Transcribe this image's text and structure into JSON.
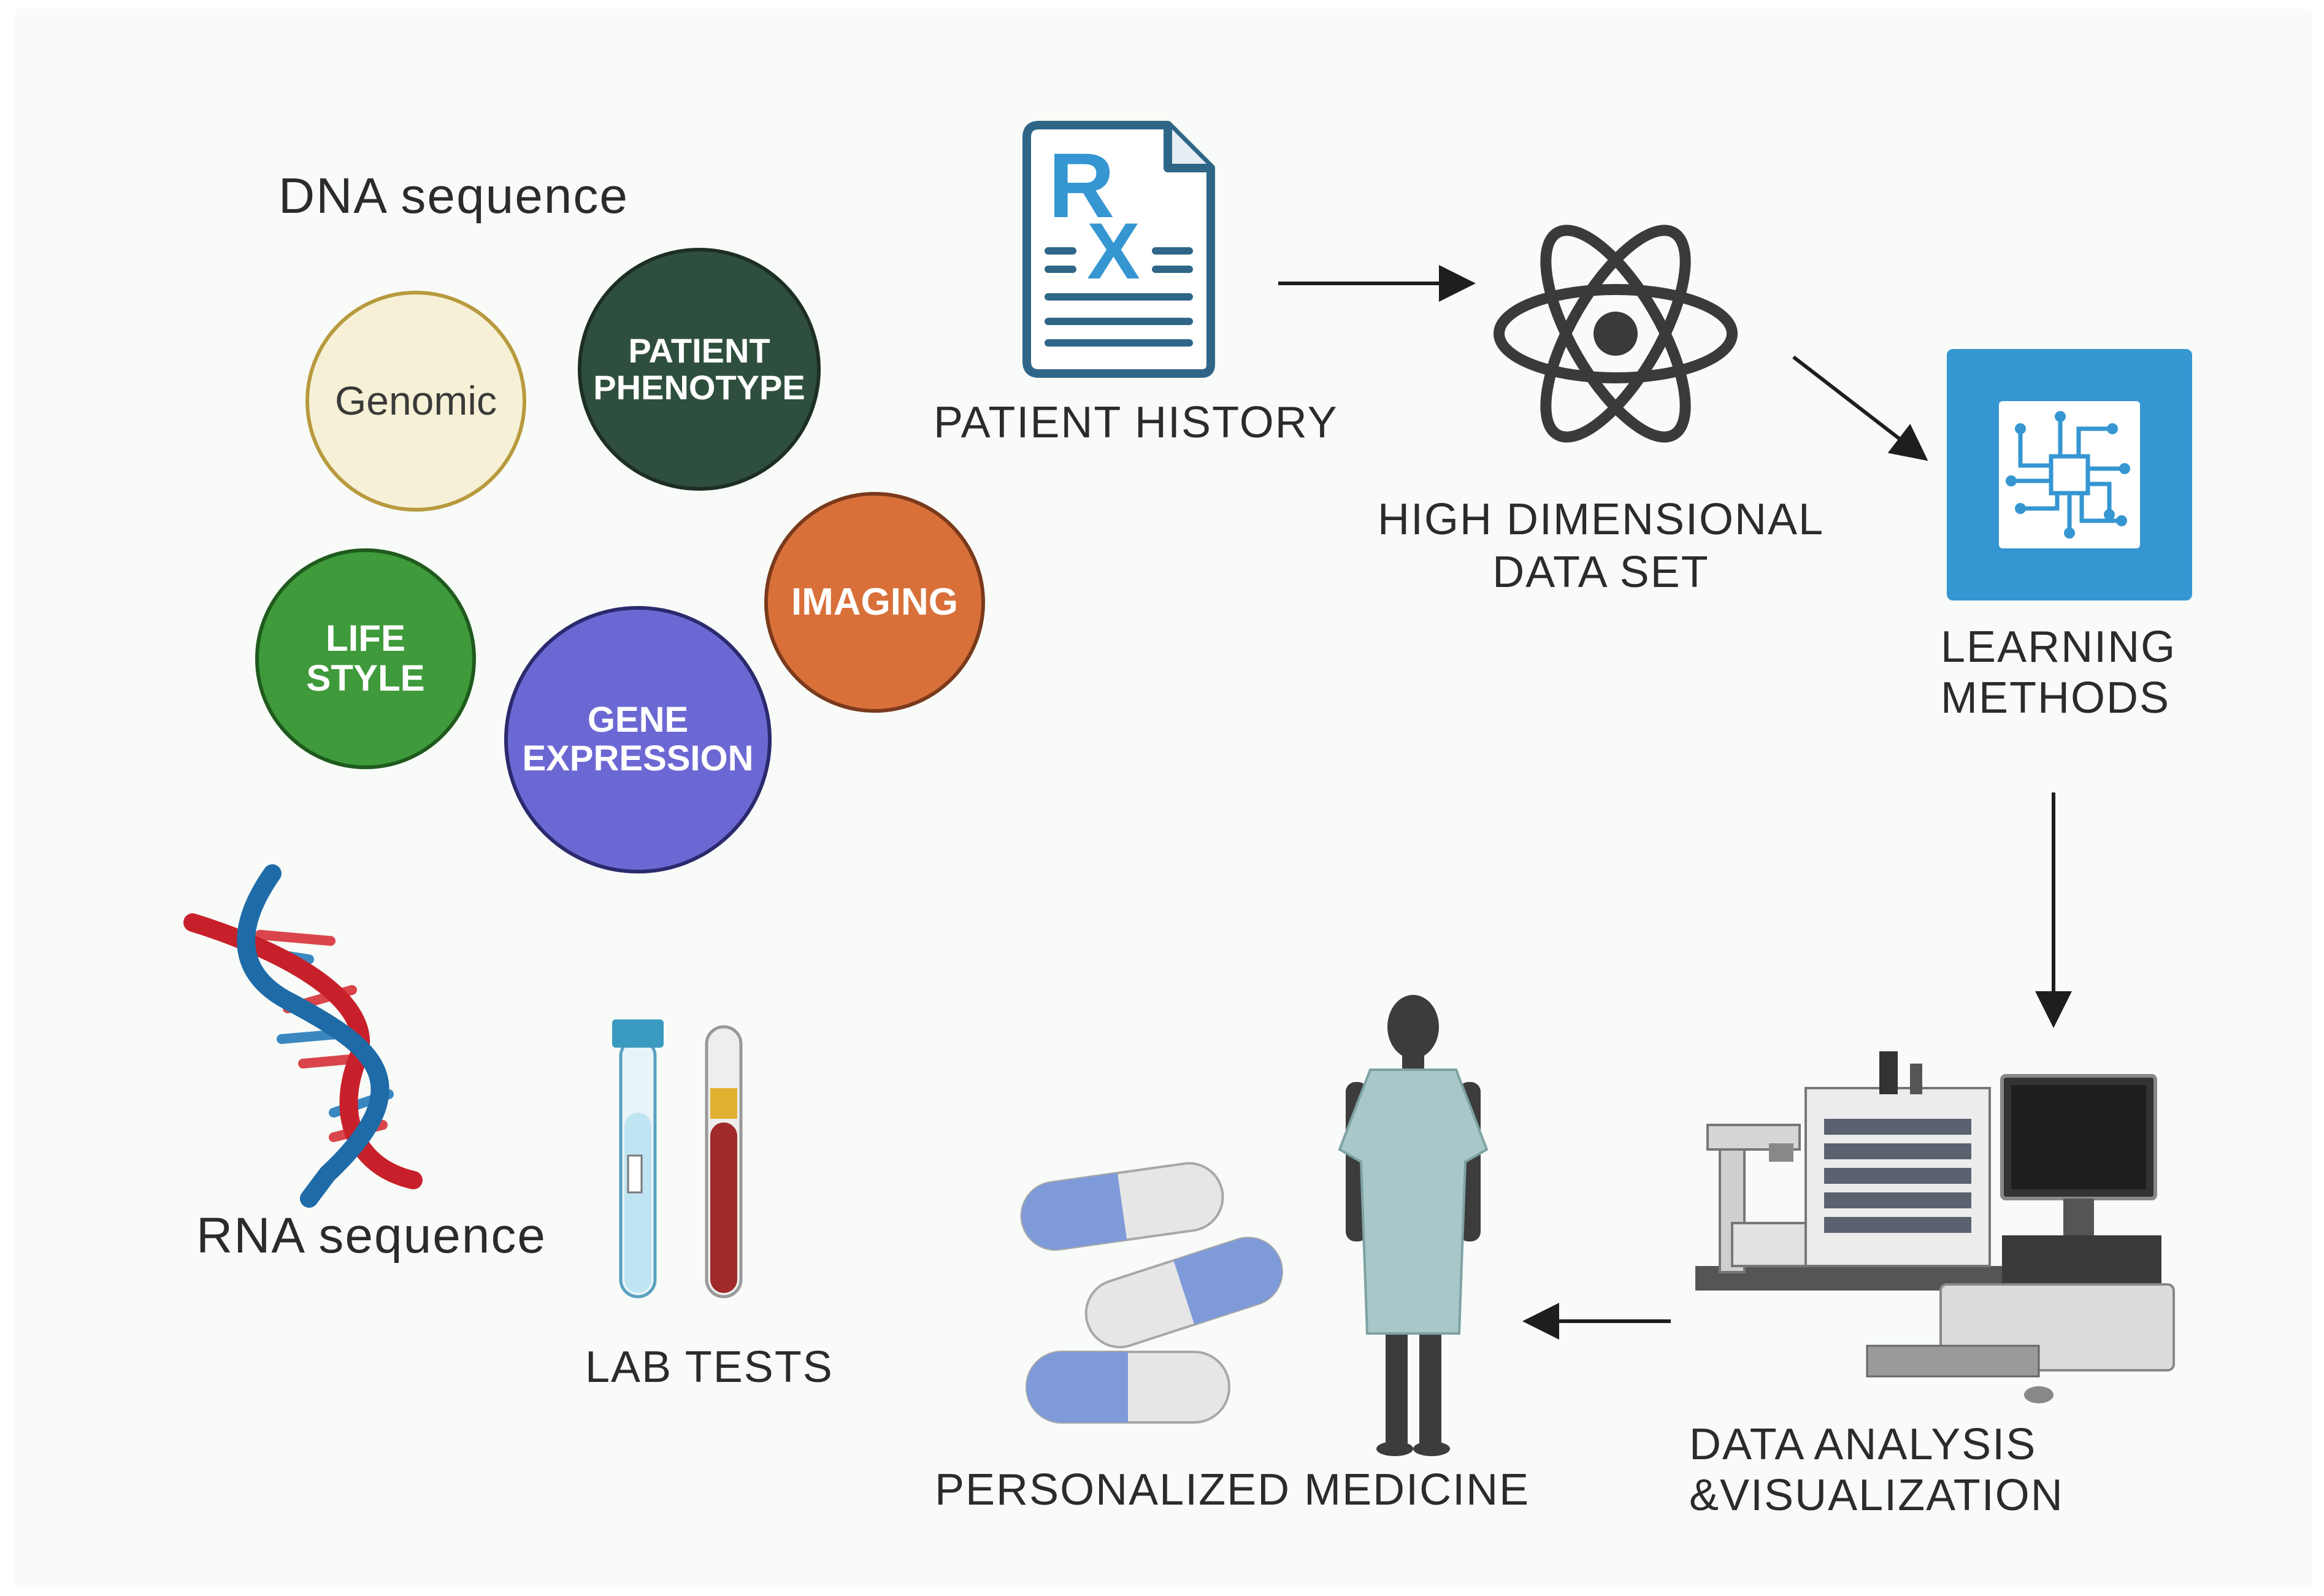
{
  "labels": {
    "dna": "DNA sequence",
    "rna": "RNA sequence",
    "lab_tests": "LAB TESTS",
    "patient_history": "PATIENT HISTORY",
    "high_dim": "HIGH DIMENSIONAL\nDATA SET",
    "learning": "LEARNING\nMETHODS",
    "analysis": "DATA ANALYSIS\n&VISUALIZATION",
    "personalized": "PERSONALIZED MEDICINE"
  },
  "circles": {
    "genomic": "Genomic",
    "phenotype": "PATIENT\nPHENOTYPE",
    "imaging": "IMAGING",
    "lifestyle": "LIFE\nSTYLE",
    "gene_expression": "GENE\nEXPRESSION"
  },
  "rx": {
    "glyph_r": "R",
    "glyph_x": "X"
  },
  "colors": {
    "genomic_fill": "#f6f1d6",
    "genomic_border": "#b89a3e",
    "phenotype": "#2f4f3e",
    "imaging": "#d9703a",
    "lifestyle": "#3e9a3a",
    "gene_expression": "#6c68d3",
    "icon_blue": "#3596d2",
    "rx_stroke": "#3a6d8c"
  },
  "icons": [
    "prescription-document-icon",
    "atom-icon",
    "circuit-chip-icon",
    "dna-helix-icon",
    "test-tubes-icon",
    "pills-icon",
    "patient-figure-icon",
    "lab-workstation-icon"
  ]
}
